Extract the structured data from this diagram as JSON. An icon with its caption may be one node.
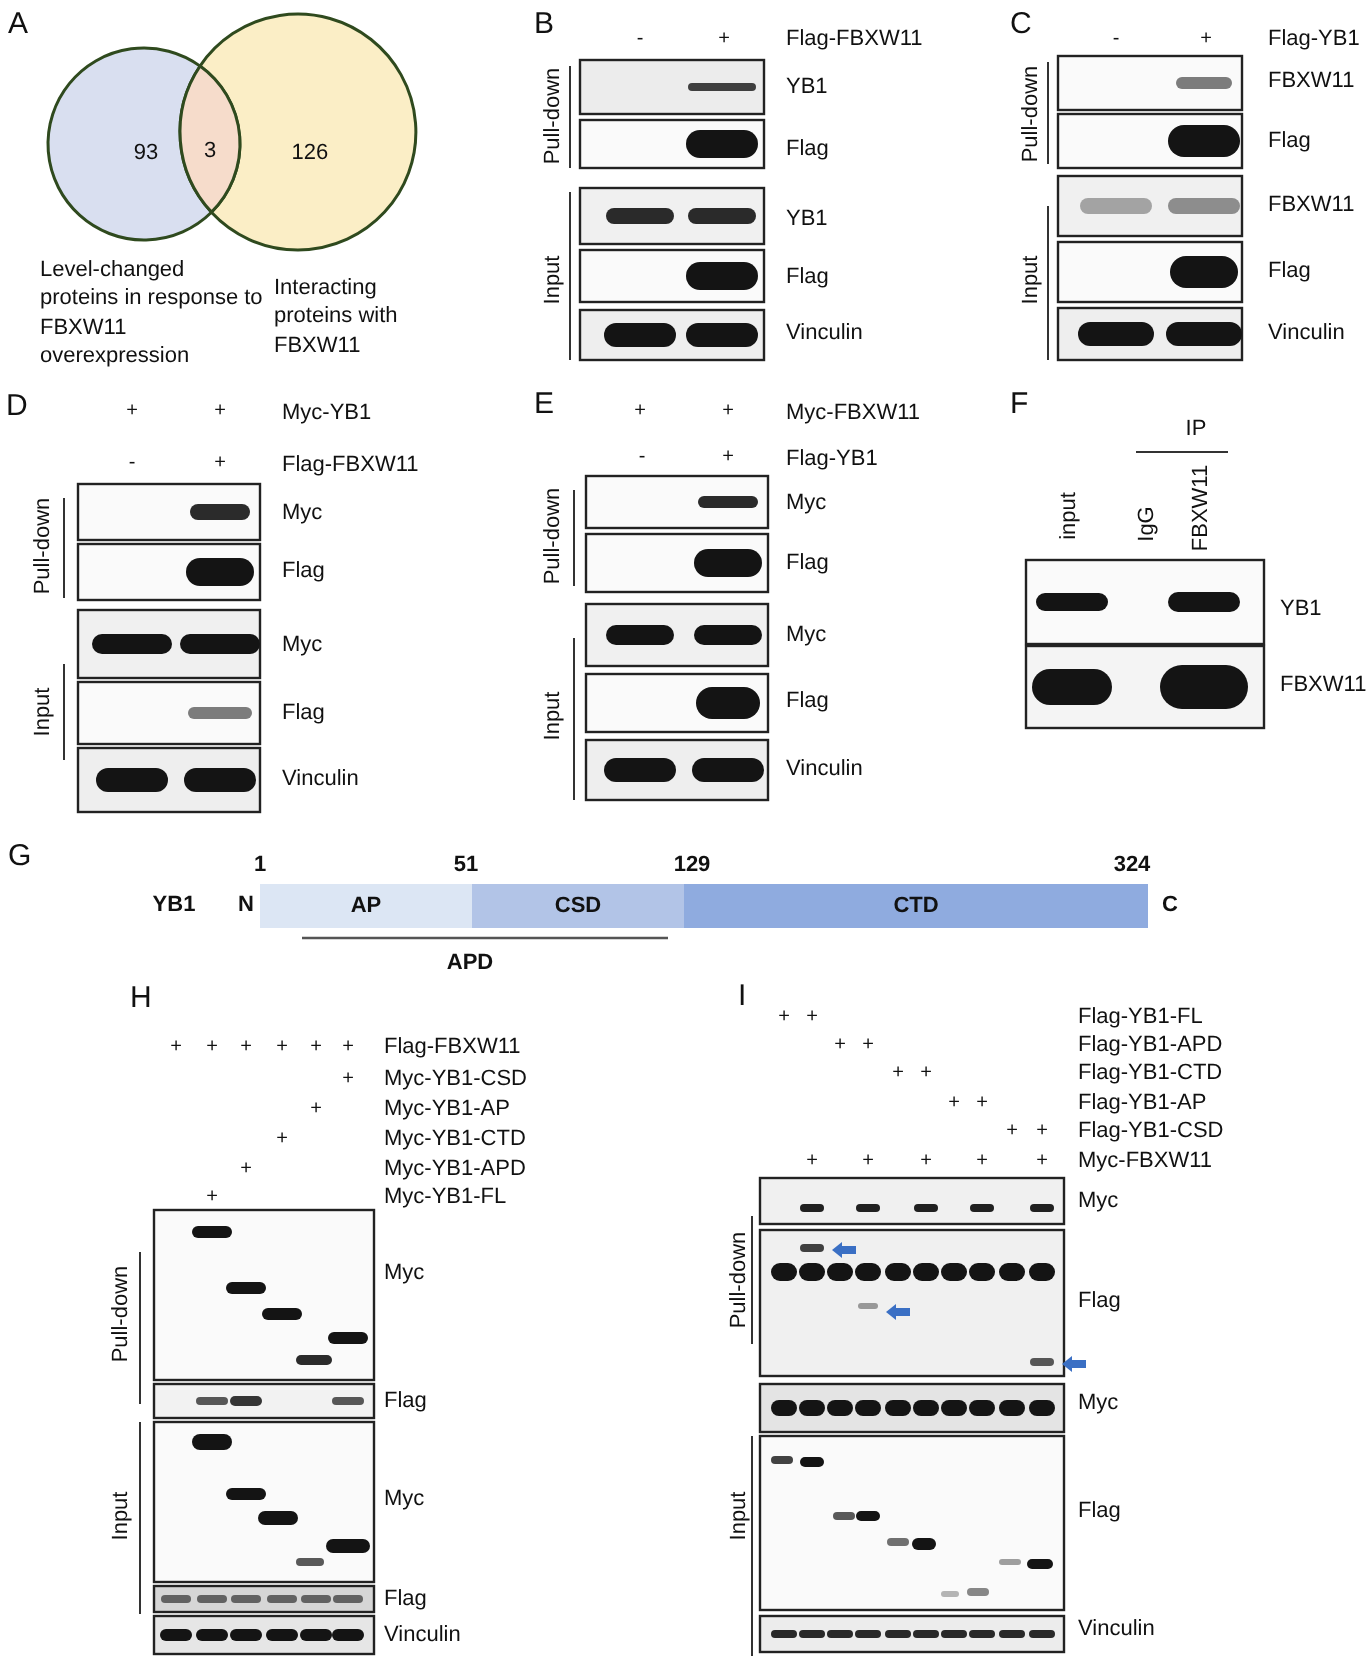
{
  "diagram": {
    "nodes": [
      {
        "text": [
          "93"
        ],
        "beside": [
          "Level-changed proteins in response to FBXW11 overexpression"
        ]
      },
      {
        "text": [
          "126"
        ],
        "beside": [
          "Interacting proteins with FBXW11"
        ]
      },
      {
        "text": [
          "3"
        ]
      },
      {
        "text": [
          "AP"
        ]
      },
      {
        "text": [
          "CSD"
        ]
      },
      {
        "text": [
          "CTD"
        ]
      }
    ],
    "labels": [
      "A",
      "B",
      "-",
      "+",
      "Flag-FBXW11",
      "Pull-down",
      "YB1",
      "Flag",
      "Input",
      "YB1",
      "Flag",
      "Vinculin",
      "C",
      "-",
      "+",
      "Flag-YB1",
      "Pull-down",
      "FBXW11",
      "Flag",
      "Input",
      "FBXW11",
      "Flag",
      "Vinculin",
      "D",
      "+",
      "+",
      "Myc-YB1",
      "-",
      "+",
      "Flag-FBXW11",
      "Pull-down",
      "Myc",
      "Flag",
      "Input",
      "Myc",
      "Flag",
      "Vinculin",
      "E",
      "+",
      "+",
      "Myc-FBXW11",
      "-",
      "+",
      "Flag-YB1",
      "Pull-down",
      "Myc",
      "Flag",
      "Input",
      "Myc",
      "Flag",
      "Vinculin",
      "F",
      "IP",
      "input",
      "IgG",
      "FBXW11",
      "YB1",
      "FBXW11",
      "G",
      "1",
      "51",
      "129",
      "324",
      "YB1",
      "N",
      "C",
      "APD",
      "H",
      "+",
      "+",
      "+",
      "+",
      "+",
      "+",
      "Flag-FBXW11",
      "+",
      "Myc-YB1-CSD",
      "+",
      "Myc-YB1-AP",
      "+",
      "Myc-YB1-CTD",
      "+",
      "Myc-YB1-APD",
      "+",
      "Myc-YB1-FL",
      "Pull-down",
      "Myc",
      "Flag",
      "Input",
      "Myc",
      "Flag",
      "Vinculin",
      "I",
      "+",
      "+",
      "Flag-YB1-FL",
      "+",
      "+",
      "Flag-YB1-APD",
      "+",
      "+",
      "Flag-YB1-CTD",
      "+",
      "+",
      "Flag-YB1-AP",
      "+",
      "+",
      "Flag-YB1-CSD",
      "+",
      "+",
      "+",
      "+",
      "+",
      "Myc-FBXW11",
      "Pull-down",
      "Myc",
      "Flag",
      "Input",
      "Myc",
      "Flag",
      "Vinculin"
    ]
  }
}
